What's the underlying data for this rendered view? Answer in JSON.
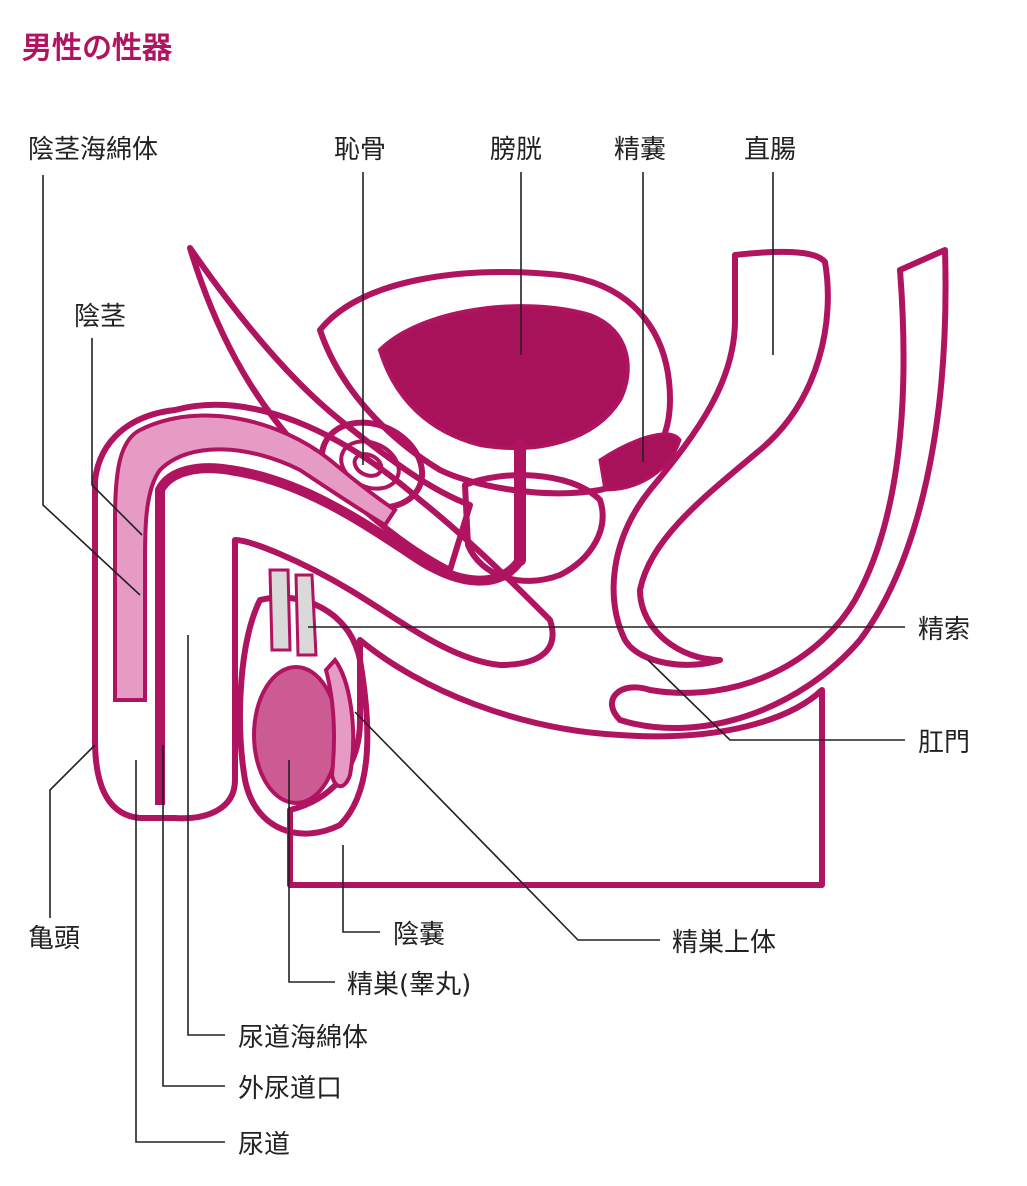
{
  "title": "男性の性器",
  "colors": {
    "outline": "#b0135f",
    "dark_organ": "#a8125a",
    "pink_light": "#f2cfe3",
    "pink_mid": "#e59bc4",
    "pink_testis": "#cd5b93",
    "gray": "#d9d9d9",
    "gray_dark": "#b5b5b5",
    "title": "#b0135f",
    "text": "#222222"
  },
  "labels": {
    "corpus_cavernosum": "陰茎海綿体",
    "pubic_bone": "恥骨",
    "bladder": "膀胱",
    "seminal_vesicle": "精嚢",
    "rectum": "直腸",
    "penis": "陰茎",
    "spermatic_cord": "精索",
    "anus": "肛門",
    "glans": "亀頭",
    "epididymis": "精巣上体",
    "scrotum": "陰嚢",
    "testis": "精巣(睾丸)",
    "corpus_spongiosum": "尿道海綿体",
    "urethral_opening": "外尿道口",
    "urethra": "尿道"
  }
}
